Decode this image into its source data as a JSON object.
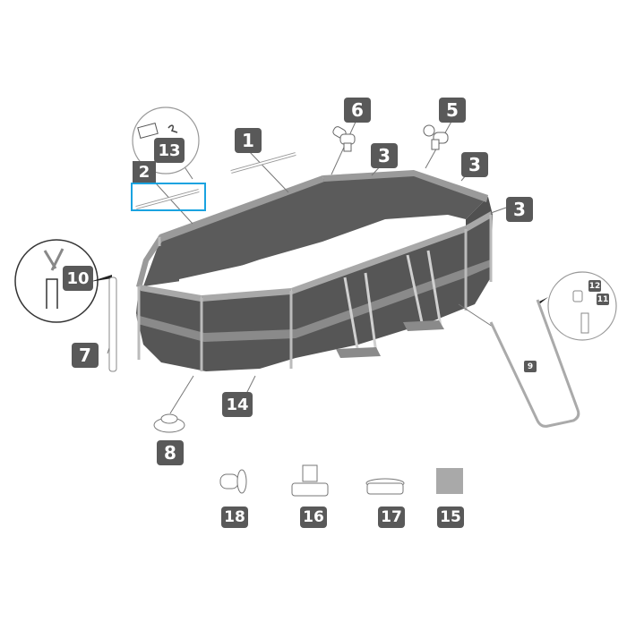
{
  "diagram": {
    "title": "Above-ground oval frame pool parts diagram",
    "highlight_color": "#1aa3e0",
    "label_color": "#595959",
    "highlighted_part": "2",
    "labels": [
      {
        "id": "1",
        "text": "1"
      },
      {
        "id": "2",
        "text": "2"
      },
      {
        "id": "3a",
        "text": "3"
      },
      {
        "id": "3b",
        "text": "3"
      },
      {
        "id": "3c",
        "text": "3"
      },
      {
        "id": "5",
        "text": "5"
      },
      {
        "id": "6",
        "text": "6"
      },
      {
        "id": "7",
        "text": "7"
      },
      {
        "id": "8",
        "text": "8"
      },
      {
        "id": "9",
        "text": "9"
      },
      {
        "id": "10",
        "text": "10"
      },
      {
        "id": "11",
        "text": "11"
      },
      {
        "id": "12",
        "text": "12"
      },
      {
        "id": "13",
        "text": "13"
      },
      {
        "id": "14",
        "text": "14"
      },
      {
        "id": "15",
        "text": "15"
      },
      {
        "id": "16",
        "text": "16"
      },
      {
        "id": "17",
        "text": "17"
      },
      {
        "id": "18",
        "text": "18"
      }
    ],
    "parts": [
      {
        "label": "1",
        "name": "horizontal-beam-long"
      },
      {
        "label": "2",
        "name": "horizontal-beam-short"
      },
      {
        "label": "3",
        "name": "horizontal-beam-end"
      },
      {
        "label": "5",
        "name": "t-joint-connector-a"
      },
      {
        "label": "6",
        "name": "t-joint-connector-b"
      },
      {
        "label": "7",
        "name": "vertical-leg"
      },
      {
        "label": "8",
        "name": "leg-cap"
      },
      {
        "label": "9",
        "name": "u-support"
      },
      {
        "label": "10",
        "name": "joint-pin-leg"
      },
      {
        "label": "11",
        "name": "joint-pin-u-support"
      },
      {
        "label": "12",
        "name": "u-support-cap"
      },
      {
        "label": "13",
        "name": "joint-pin-beam"
      },
      {
        "label": "14",
        "name": "pool-liner"
      },
      {
        "label": "15",
        "name": "repair-patch"
      },
      {
        "label": "16",
        "name": "drain-valve"
      },
      {
        "label": "17",
        "name": "drain-cap"
      },
      {
        "label": "18",
        "name": "flow-plug"
      }
    ]
  }
}
